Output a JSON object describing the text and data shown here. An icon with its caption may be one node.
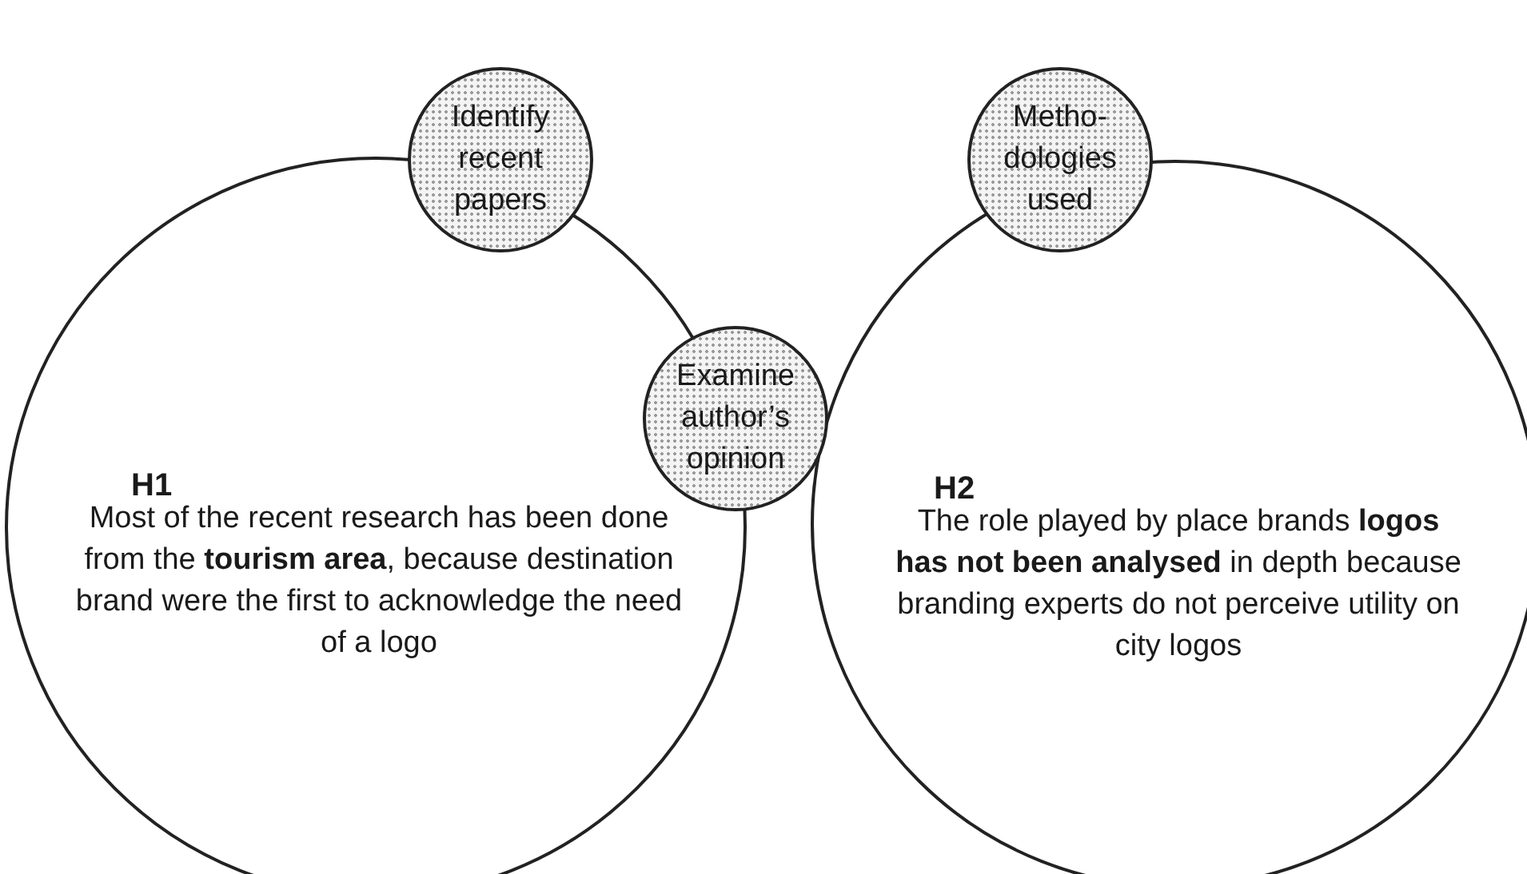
{
  "diagram": {
    "nodes": [
      {
        "text": [
          "Identify recent papers"
        ]
      },
      {
        "text": [
          "Examine author’s opinion"
        ]
      },
      {
        "text": [
          "Metho- dologies used"
        ]
      },
      {
        "text": [
          "H1",
          "Most of the recent research has been done from the **tourism area**, because destination brand were the first to acknowledge the need of a logo"
        ]
      },
      {
        "text": [
          "H2",
          "The role played by place brands **logos has not been analysed** in depth because branding experts do not perceive utility on city logos"
        ]
      }
    ]
  }
}
